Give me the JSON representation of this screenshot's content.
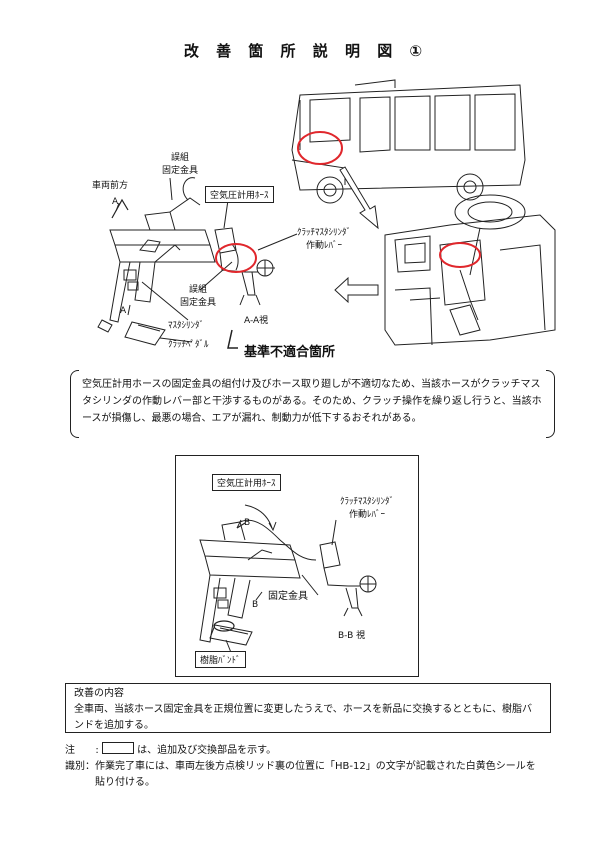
{
  "title": "改 善 箇 所 説 明 図 ①",
  "diagram1": {
    "vehicle_front": "車両前方",
    "arrow_a": "A",
    "misassembled_bracket_1": [
      "誤組",
      "固定金具"
    ],
    "air_gauge_hose": "空気圧計用ﾎｰｽ",
    "clutch_lever": [
      "ｸﾗｯﾁﾏｽﾀｼﾘﾝﾀﾞ",
      "作動ﾚﾊﾞｰ"
    ],
    "misassembled_bracket_2": [
      "誤組",
      "固定金具"
    ],
    "view_aa": "A-A視",
    "master_cylinder": "ﾏｽﾀｼﾘﾝﾀﾞ",
    "clutch_pedal": "ｸﾗｯﾁﾍﾟﾀﾞﾙ",
    "label_a_lower": "A",
    "nonconformance": "基準不適合箇所"
  },
  "description": "空気圧計用ホースの固定金具の組付け及びホース取り廻しが不適切なため、当該ホースがクラッチマスタシリンダの作動レバー部と干渉するものがある。そのため、クラッチ操作を繰り返し行うと、当該ホースが損傷し、最悪の場合、エアが漏れ、制動力が低下するおそれがある。",
  "diagram2": {
    "air_gauge_hose": "空気圧計用ﾎｰｽ",
    "clutch_lever": [
      "ｸﾗｯﾁﾏｽﾀｼﾘﾝﾀﾞ",
      "作動ﾚﾊﾞｰ"
    ],
    "arrow_b_top": "B",
    "arrow_b_bottom": "B",
    "fixed_bracket": "固定金具",
    "view_bb": "B-B 視",
    "resin_band": "樹脂ﾊﾞﾝﾄﾞ"
  },
  "improvement": {
    "heading": "改善の内容",
    "text": "全車両、当該ホース固定金具を正規位置に変更したうえで、ホースを新品に交換するとともに、樹脂バンドを追加する。"
  },
  "notes": {
    "note_label": "注",
    "note_text": "は、追加及び交換部品を示す。",
    "id_label": "識別",
    "id_text_1": "作業完了車には、車両左後方点検リッド裏の位置に「HB-12」の文字が記載された白黄色シールを",
    "id_text_2": "貼り付ける。"
  }
}
